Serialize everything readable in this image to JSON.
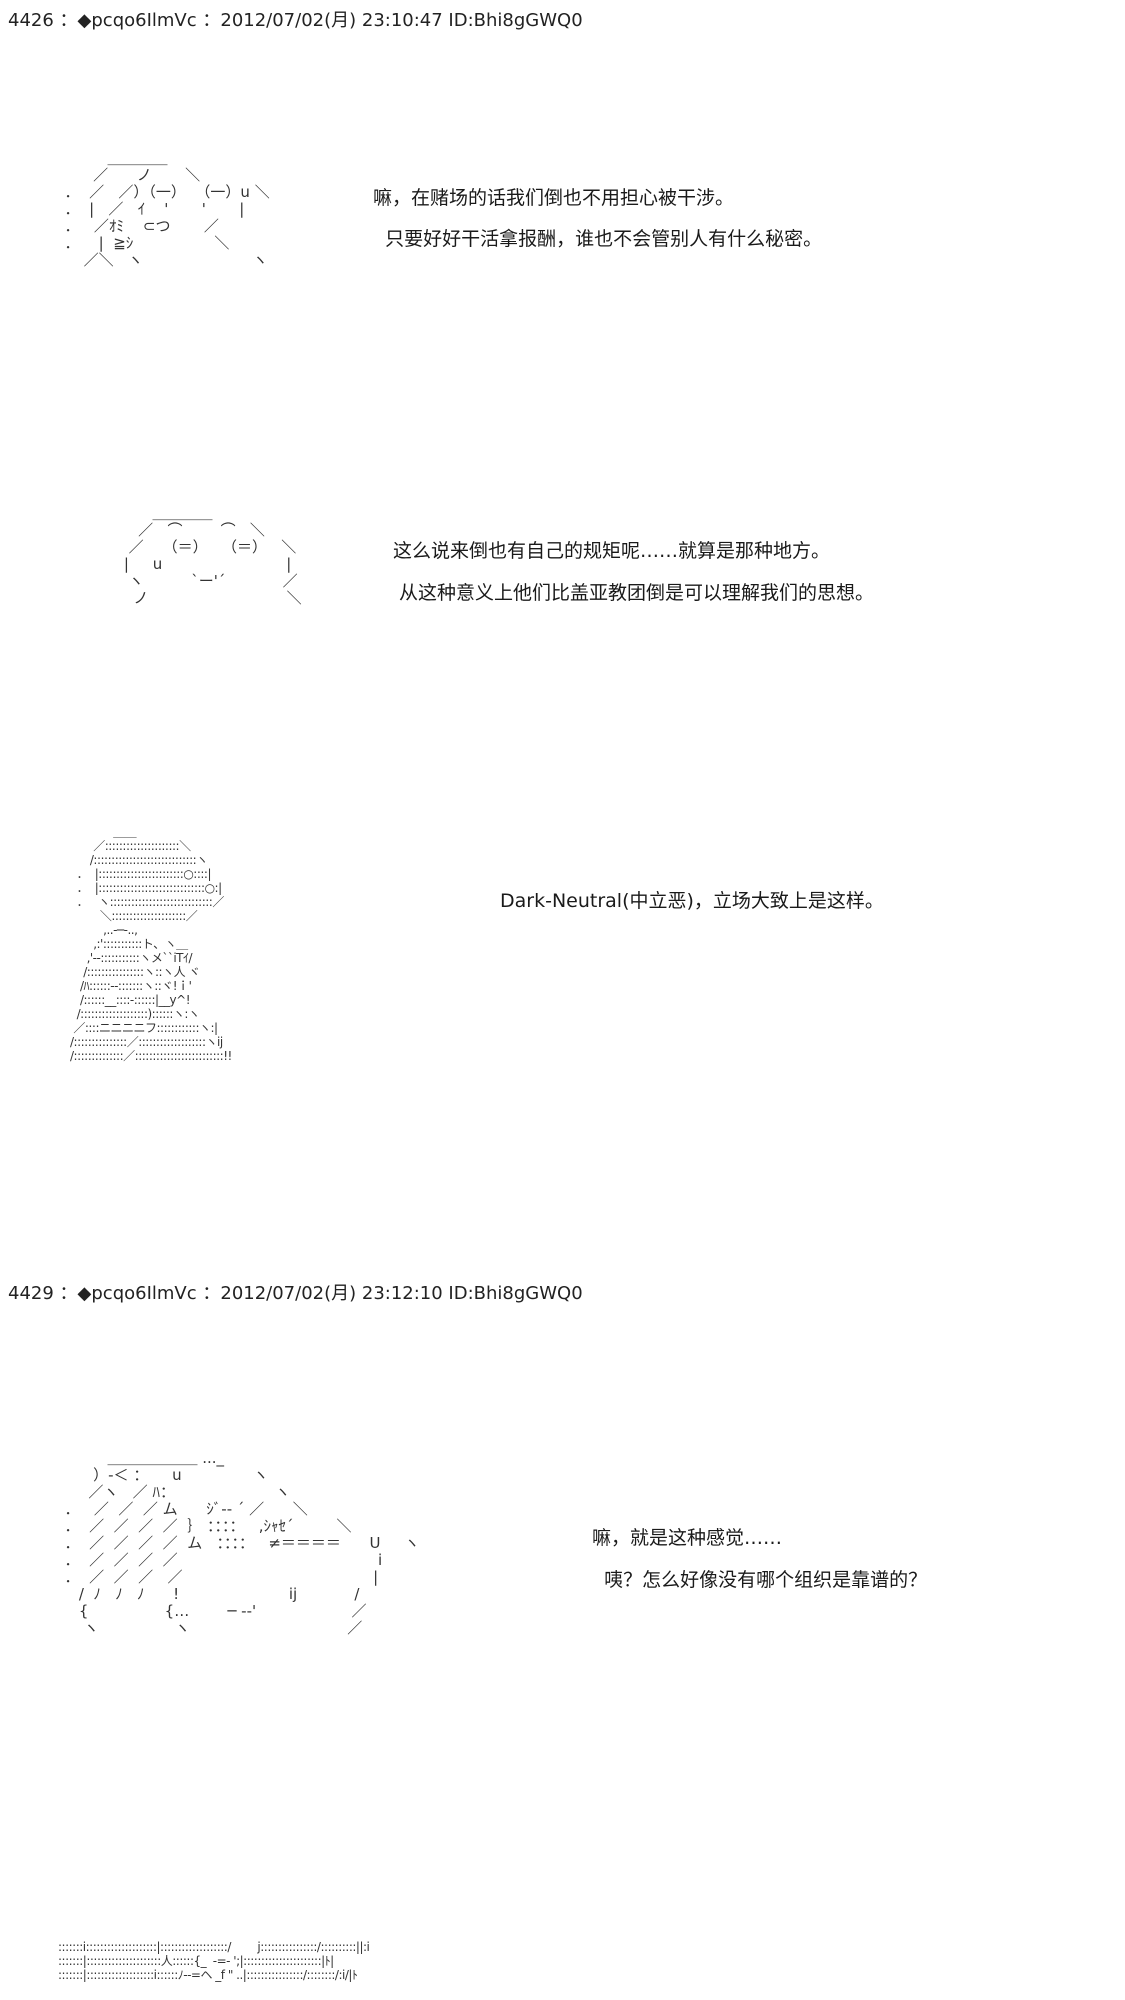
{
  "posts": [
    {
      "header": "4426 ：◆pcqo6IlmVc ：2012/07/02(月) 23:10:47 ID:Bhi8gGWQ0",
      "panels": [
        {
          "lines": [
            "嘛，在赌场的话我们倒也不用担心被干涉。",
            "  只要好好干活拿报酬，谁也不会管别人有什么秘密。"
          ]
        },
        {
          "lines": [
            "这么说来倒也有自己的规矩呢……就算是那种地方。",
            " 从这种意义上他们比盖亚教团倒是可以理解我们的思想。"
          ]
        },
        {
          "lines": [
            "Dark-Neutral(中立恶)，立场大致上是这样。"
          ]
        }
      ]
    },
    {
      "header": "4429 ：◆pcqo6IlmVc ：2012/07/02(月) 23:12:10 ID:Bhi8gGWQ0",
      "panels": [
        {
          "lines": [
            "嘛，就是这种感觉……",
            "  咦？怎么好像没有哪个组织是靠谱的？"
          ]
        }
      ]
    }
  ],
  "ascii_art": {
    "face_one": "           ＿＿＿＿\n        ／      ノ       ＼\n  ．  ／   ／）（一）  （一）u ＼\n  ．  |   ／   ｲ    '       '       |\n  ．   ／ｵﾐ    ⊂つ       ／\n  ．    |  ≧ｼ                 ＼\n      ／＼   ヽ                       ヽ",
    "face_two": "           ＿＿＿＿\n        ／   ⌒        ⌒   ＼\n      ／    （＝）   （＝）   ＼\n     |     u                          |\n      ヽ          `ー'´            ／\n       ノ                             ＼",
    "figure_three": "             ＿＿\n       ／:::::::::::::::::::::＼\n      /:::::::::::::::::::::::::::::ヽ\n  ．  |::::::::::::::::::::::::○::::|\n  ．  |::::::::::::::::::::::::::::::○:|\n  ．   ヽ:::::::::::::::::::::::::::::／\n         ＼:::::::::::::::::::::／\n          ,..-─-..,\n       ,:':::::::::::ト、ヽ＿\n     ,'--:::::::::::ヽメ``iTｲ/\n    /::::::::::::::::ヽ::ヽ人 ヾ\n   /ﾊ::::::--:::::::ヽ::ヾ!ｉ'\n   /::::::__::::-::::::|__y^!\n  /:::::::::::::::::::)::::::ヽ:ヽ\n ／::::ニニニニフ::::::::::::ヽ:|\n/:::::::::::::::／:::::::::::::::::::ヽij\n/::::::::::::::／:::::::::::::::::::::::::!!",
    "figure_four": "           ＿＿＿＿＿＿ ..._\n        ）-＜ ：     u               ヽ\n       ／ヽ   ／ ﾊ：                     ヽ\n  ．   ／  ／  ／ ム      ｼﾞ-- ´ ／      ＼\n  ．  ／  ／  ／  ／  ｝ ：：：：   ,ｼｬｾ´         ＼\n  ．  ／  ／  ／  ／  ム   ：：：：   ≠＝＝＝＝      U     ヽ\n  ．  ／  ／  ／  ／                                          i\n  ．  ／  ／  ／   ／                                        |\n     /  ﾉ   ﾉ   ﾉ      !                       ij            /\n     {                {…        ─ -‐'                    ／\n      ヽ                ヽ                                 ／",
    "figure_five": ":::::::i::::::::::::::::::::|:::::::::::::::::::/        j::::::::::::::::/::::::::::||:i\n:::::::|:::::::::::::::::::::人::::::{_  -=- ';|::::::::::::::::::::::|ﾄ|\n:::::::|:::::::::::::::::::i::::::ﾉ--=ヘ _f \" ..|::::::::::::::::/::::::::/:i/|ﾄ"
  }
}
